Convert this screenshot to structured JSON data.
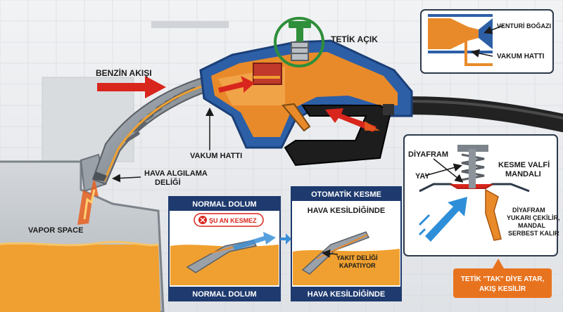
{
  "labels": {
    "benzin_akisi": "BENZİN AKIŞI",
    "tetik_acik": "TETİK AÇIK",
    "vakum_hatti_main": "VAKUM HATTI",
    "hava_algilama_1": "HAVA ALGILAMA",
    "hava_algilama_2": "DELİĞİ",
    "vapor_space": "VAPOR SPACE"
  },
  "venturi_inset": {
    "throat_label": "VENTURİ BOĞAZI",
    "vacuum_label": "VAKUM HATTI"
  },
  "normal_panel": {
    "header": "NORMAL DOLUM",
    "badge": "ŞU AN KESMEZ",
    "footer": "NORMAL DOLUM"
  },
  "auto_panel": {
    "header": "OTOMATİK KESME",
    "subheader": "HAVA KESİLDİĞİNDE",
    "note_1": "YAKIT DELİĞİ",
    "note_2": "KAPATIYOR",
    "footer": "HAVA KESİLDİĞİNDE"
  },
  "diaphragm_panel": {
    "diyafram": "DİYAFRAM",
    "yay": "YAY",
    "kesme_1": "KESME VALFİ",
    "kesme_2": "MANDALI",
    "note_1": "DİYAFRAM",
    "note_2": "YUKARI ÇEKİLİR,",
    "note_3": "MANDAL",
    "note_4": "SERBEST KALIR"
  },
  "callout": {
    "line_1": "TETİK \"TAK\" DİYE ATAR,",
    "line_2": "AKIŞ KESİLİR"
  },
  "colors": {
    "fuel": "#f0a030",
    "nozzle_orange": "#e98a2a",
    "nozzle_blue": "#2d5fa6",
    "arrow_red": "#d8261c",
    "panel_navy": "#1e3a6e",
    "callout_orange": "#e8731f",
    "green_ring": "#2f8f3a"
  }
}
